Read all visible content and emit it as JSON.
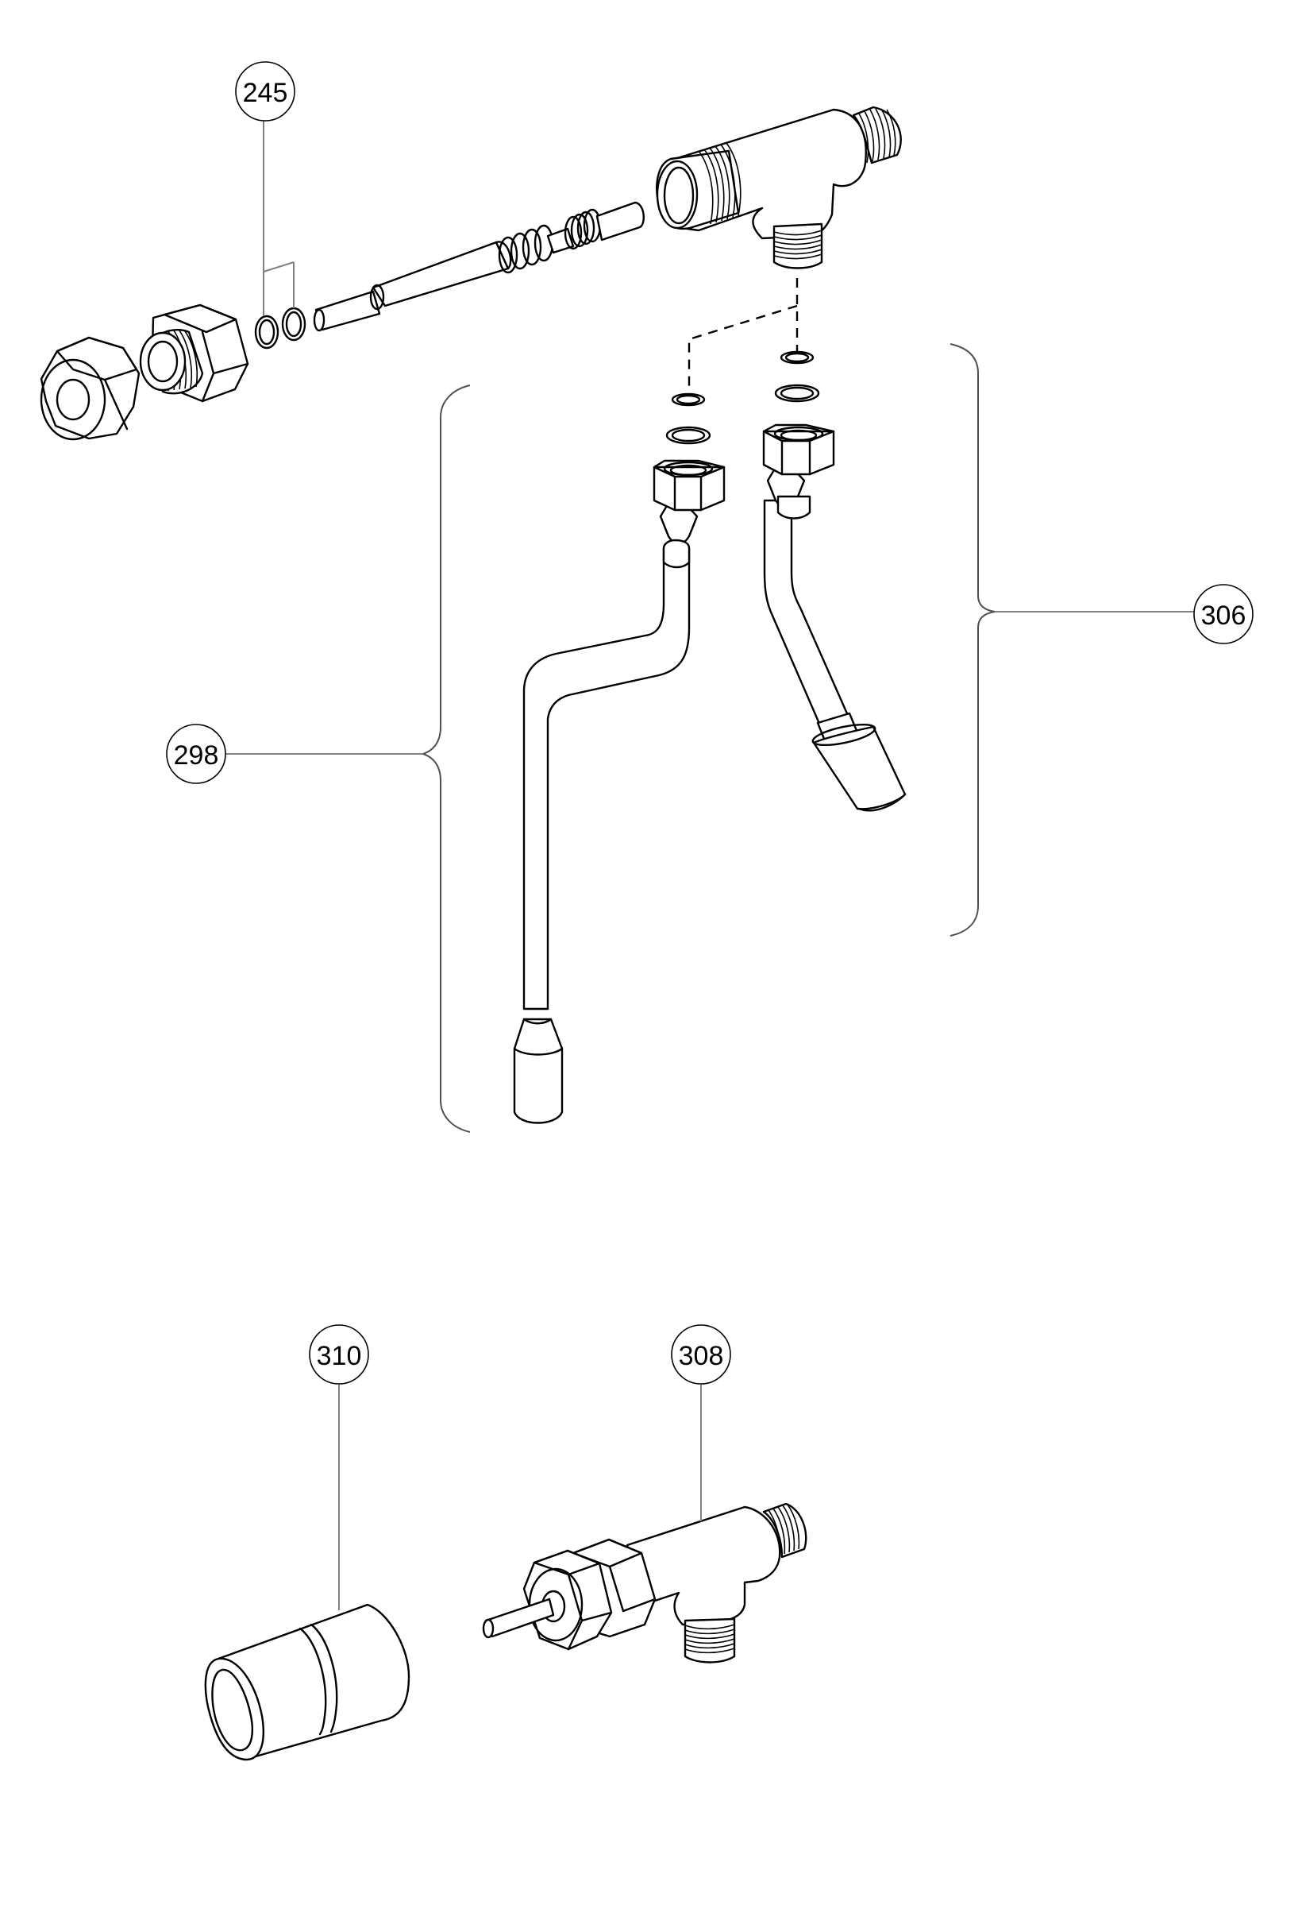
{
  "diagram": {
    "type": "exploded parts diagram",
    "callouts": [
      {
        "id": "c245",
        "label": "245",
        "refers_to": "o-rings on valve stem"
      },
      {
        "id": "c298",
        "label": "298",
        "refers_to": "left tube assembly (bracketed)"
      },
      {
        "id": "c306",
        "label": "306",
        "refers_to": "right tube assembly (bracketed)"
      },
      {
        "id": "c310",
        "label": "310",
        "refers_to": "cylindrical cap"
      },
      {
        "id": "c308",
        "label": "308",
        "refers_to": "tee valve assembly"
      }
    ],
    "colors": {
      "line": "#000000",
      "leader": "#808080",
      "background": "#ffffff"
    }
  }
}
